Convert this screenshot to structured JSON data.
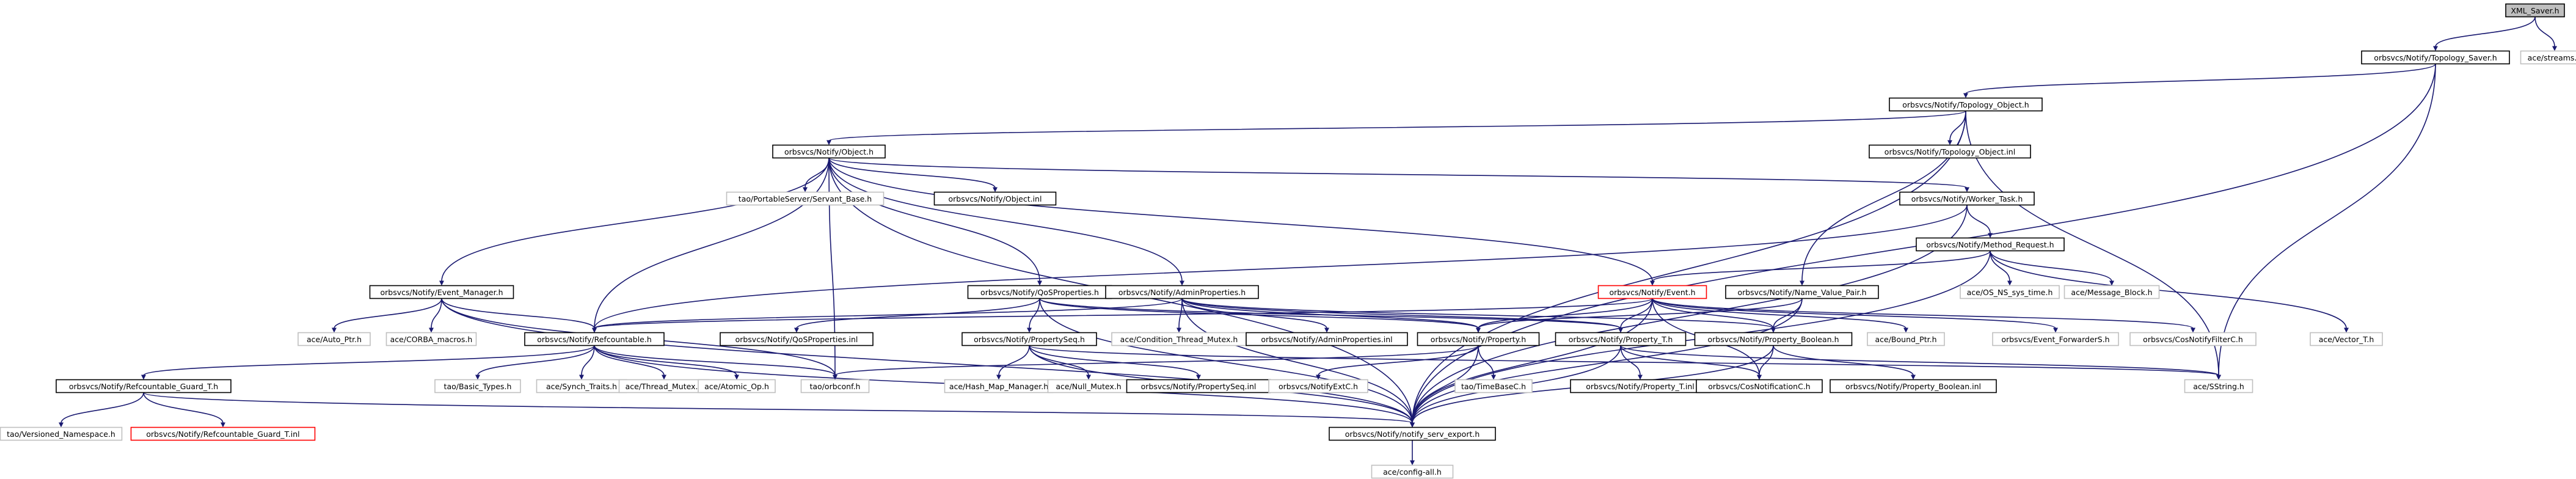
{
  "graph": {
    "type": "include-dependency-graph",
    "root": "XML_Saver.h",
    "colors": {
      "edge": "#191970",
      "node_border": "#000000",
      "external_border": "#bfbfbf",
      "highlight_border": "#ff0000",
      "root_fill": "#bfbfbf",
      "fill": "#ffffff"
    },
    "nodes": [
      {
        "id": "xml_saver",
        "label": "XML_Saver.h",
        "kind": "root"
      },
      {
        "id": "topology_saver",
        "label": "orbsvcs/Notify/Topology_Saver.h",
        "kind": "file"
      },
      {
        "id": "streams",
        "label": "ace/streams.h",
        "kind": "external"
      },
      {
        "id": "topology_object",
        "label": "orbsvcs/Notify/Topology_Object.h",
        "kind": "file"
      },
      {
        "id": "object_h",
        "label": "orbsvcs/Notify/Object.h",
        "kind": "file"
      },
      {
        "id": "topology_object_inl",
        "label": "orbsvcs/Notify/Topology_Object.inl",
        "kind": "file"
      },
      {
        "id": "servant_base",
        "label": "tao/PortableServer/Servant_Base.h",
        "kind": "external"
      },
      {
        "id": "object_inl",
        "label": "orbsvcs/Notify/Object.inl",
        "kind": "file"
      },
      {
        "id": "worker_task",
        "label": "orbsvcs/Notify/Worker_Task.h",
        "kind": "file"
      },
      {
        "id": "method_request",
        "label": "orbsvcs/Notify/Method_Request.h",
        "kind": "file"
      },
      {
        "id": "event_manager",
        "label": "orbsvcs/Notify/Event_Manager.h",
        "kind": "file"
      },
      {
        "id": "qosprops",
        "label": "orbsvcs/Notify/QoSProperties.h",
        "kind": "file"
      },
      {
        "id": "adminprops",
        "label": "orbsvcs/Notify/AdminProperties.h",
        "kind": "file"
      },
      {
        "id": "event_h",
        "label": "orbsvcs/Notify/Event.h",
        "kind": "highlight"
      },
      {
        "id": "nvp",
        "label": "orbsvcs/Notify/Name_Value_Pair.h",
        "kind": "file"
      },
      {
        "id": "os_ns_sys_time",
        "label": "ace/OS_NS_sys_time.h",
        "kind": "external"
      },
      {
        "id": "message_block",
        "label": "ace/Message_Block.h",
        "kind": "external"
      },
      {
        "id": "auto_ptr",
        "label": "ace/Auto_Ptr.h",
        "kind": "external"
      },
      {
        "id": "corba_macros",
        "label": "ace/CORBA_macros.h",
        "kind": "external"
      },
      {
        "id": "refcountable",
        "label": "orbsvcs/Notify/Refcountable.h",
        "kind": "file"
      },
      {
        "id": "qosprops_inl",
        "label": "orbsvcs/Notify/QoSProperties.inl",
        "kind": "file"
      },
      {
        "id": "propertyseq",
        "label": "orbsvcs/Notify/PropertySeq.h",
        "kind": "file"
      },
      {
        "id": "cond_thread_mutex",
        "label": "ace/Condition_Thread_Mutex.h",
        "kind": "external"
      },
      {
        "id": "adminprops_inl",
        "label": "orbsvcs/Notify/AdminProperties.inl",
        "kind": "file"
      },
      {
        "id": "property_h",
        "label": "orbsvcs/Notify/Property.h",
        "kind": "file"
      },
      {
        "id": "property_t",
        "label": "orbsvcs/Notify/Property_T.h",
        "kind": "file"
      },
      {
        "id": "property_boolean",
        "label": "orbsvcs/Notify/Property_Boolean.h",
        "kind": "file"
      },
      {
        "id": "bound_ptr",
        "label": "ace/Bound_Ptr.h",
        "kind": "external"
      },
      {
        "id": "event_forwarder",
        "label": "orbsvcs/Event_ForwarderS.h",
        "kind": "external"
      },
      {
        "id": "cosnotifyfilter",
        "label": "orbsvcs/CosNotifyFilterC.h",
        "kind": "external"
      },
      {
        "id": "vector_t",
        "label": "ace/Vector_T.h",
        "kind": "external"
      },
      {
        "id": "refcountable_guard",
        "label": "orbsvcs/Notify/Refcountable_Guard_T.h",
        "kind": "file"
      },
      {
        "id": "basic_types",
        "label": "tao/Basic_Types.h",
        "kind": "external"
      },
      {
        "id": "synch_traits",
        "label": "ace/Synch_Traits.h",
        "kind": "external"
      },
      {
        "id": "thread_mutex",
        "label": "ace/Thread_Mutex.h",
        "kind": "external"
      },
      {
        "id": "atomic_op",
        "label": "ace/Atomic_Op.h",
        "kind": "external"
      },
      {
        "id": "orbconf",
        "label": "tao/orbconf.h",
        "kind": "external"
      },
      {
        "id": "hash_map_manager",
        "label": "ace/Hash_Map_Manager.h",
        "kind": "external"
      },
      {
        "id": "null_mutex",
        "label": "ace/Null_Mutex.h",
        "kind": "external"
      },
      {
        "id": "propertyseq_inl",
        "label": "orbsvcs/Notify/PropertySeq.inl",
        "kind": "file"
      },
      {
        "id": "notify_extc",
        "label": "orbsvcs/NotifyExtC.h",
        "kind": "external"
      },
      {
        "id": "timebase",
        "label": "tao/TimeBaseC.h",
        "kind": "external"
      },
      {
        "id": "property_t_inl",
        "label": "orbsvcs/Notify/Property_T.inl",
        "kind": "file"
      },
      {
        "id": "cosnotification",
        "label": "orbsvcs/CosNotificationC.h",
        "kind": "file"
      },
      {
        "id": "property_boolean_inl",
        "label": "orbsvcs/Notify/Property_Boolean.inl",
        "kind": "file"
      },
      {
        "id": "sstring",
        "label": "ace/SString.h",
        "kind": "external"
      },
      {
        "id": "versioned_ns",
        "label": "tao/Versioned_Namespace.h",
        "kind": "external"
      },
      {
        "id": "refcountable_guard_inl",
        "label": "orbsvcs/Notify/Refcountable_Guard_T.inl",
        "kind": "highlight"
      },
      {
        "id": "serv_export",
        "label": "orbsvcs/Notify/notify_serv_export.h",
        "kind": "file"
      },
      {
        "id": "config_all",
        "label": "ace/config-all.h",
        "kind": "external"
      }
    ],
    "edges": [
      [
        "xml_saver",
        "topology_saver"
      ],
      [
        "xml_saver",
        "streams"
      ],
      [
        "topology_saver",
        "topology_object"
      ],
      [
        "topology_saver",
        "sstring"
      ],
      [
        "topology_saver",
        "serv_export"
      ],
      [
        "topology_object",
        "object_h"
      ],
      [
        "topology_object",
        "topology_object_inl"
      ],
      [
        "topology_object",
        "nvp"
      ],
      [
        "topology_object",
        "sstring"
      ],
      [
        "topology_object",
        "serv_export"
      ],
      [
        "object_h",
        "servant_base"
      ],
      [
        "object_h",
        "object_inl"
      ],
      [
        "object_h",
        "worker_task"
      ],
      [
        "object_h",
        "event_manager"
      ],
      [
        "object_h",
        "qosprops"
      ],
      [
        "object_h",
        "adminprops"
      ],
      [
        "object_h",
        "refcountable"
      ],
      [
        "object_h",
        "event_h"
      ],
      [
        "object_h",
        "orbconf"
      ],
      [
        "object_h",
        "serv_export"
      ],
      [
        "worker_task",
        "method_request"
      ],
      [
        "worker_task",
        "refcountable"
      ],
      [
        "worker_task",
        "serv_export"
      ],
      [
        "method_request",
        "event_h"
      ],
      [
        "method_request",
        "os_ns_sys_time"
      ],
      [
        "method_request",
        "message_block"
      ],
      [
        "method_request",
        "vector_t"
      ],
      [
        "method_request",
        "serv_export"
      ],
      [
        "event_manager",
        "auto_ptr"
      ],
      [
        "event_manager",
        "corba_macros"
      ],
      [
        "event_manager",
        "refcountable"
      ],
      [
        "event_manager",
        "orbconf"
      ],
      [
        "event_manager",
        "serv_export"
      ],
      [
        "qosprops",
        "qosprops_inl"
      ],
      [
        "qosprops",
        "propertyseq"
      ],
      [
        "qosprops",
        "property_h"
      ],
      [
        "qosprops",
        "property_t"
      ],
      [
        "qosprops",
        "serv_export"
      ],
      [
        "adminprops",
        "adminprops_inl"
      ],
      [
        "adminprops",
        "cond_thread_mutex"
      ],
      [
        "adminprops",
        "refcountable"
      ],
      [
        "adminprops",
        "property_h"
      ],
      [
        "adminprops",
        "property_t"
      ],
      [
        "adminprops",
        "property_boolean"
      ],
      [
        "adminprops",
        "serv_export"
      ],
      [
        "event_h",
        "refcountable"
      ],
      [
        "event_h",
        "property_h"
      ],
      [
        "event_h",
        "property_t"
      ],
      [
        "event_h",
        "property_boolean"
      ],
      [
        "event_h",
        "bound_ptr"
      ],
      [
        "event_h",
        "event_forwarder"
      ],
      [
        "event_h",
        "cosnotifyfilter"
      ],
      [
        "event_h",
        "cosnotification"
      ],
      [
        "event_h",
        "serv_export"
      ],
      [
        "nvp",
        "property_h"
      ],
      [
        "nvp",
        "property_boolean"
      ],
      [
        "nvp",
        "serv_export"
      ],
      [
        "refcountable",
        "refcountable_guard"
      ],
      [
        "refcountable",
        "basic_types"
      ],
      [
        "refcountable",
        "synch_traits"
      ],
      [
        "refcountable",
        "thread_mutex"
      ],
      [
        "refcountable",
        "atomic_op"
      ],
      [
        "refcountable",
        "orbconf"
      ],
      [
        "refcountable",
        "serv_export"
      ],
      [
        "propertyseq",
        "hash_map_manager"
      ],
      [
        "propertyseq",
        "null_mutex"
      ],
      [
        "propertyseq",
        "propertyseq_inl"
      ],
      [
        "propertyseq",
        "sstring"
      ],
      [
        "propertyseq",
        "serv_export"
      ],
      [
        "property_h",
        "notify_extc"
      ],
      [
        "property_h",
        "timebase"
      ],
      [
        "property_h",
        "orbconf"
      ],
      [
        "property_h",
        "serv_export"
      ],
      [
        "property_t",
        "property_t_inl"
      ],
      [
        "property_t",
        "cosnotification"
      ],
      [
        "property_t",
        "sstring"
      ],
      [
        "property_t",
        "serv_export"
      ],
      [
        "property_boolean",
        "property_boolean_inl"
      ],
      [
        "property_boolean",
        "cosnotification"
      ],
      [
        "property_boolean",
        "serv_export"
      ],
      [
        "refcountable_guard",
        "versioned_ns"
      ],
      [
        "refcountable_guard",
        "refcountable_guard_inl"
      ],
      [
        "refcountable_guard",
        "serv_export"
      ],
      [
        "serv_export",
        "config_all"
      ]
    ]
  }
}
